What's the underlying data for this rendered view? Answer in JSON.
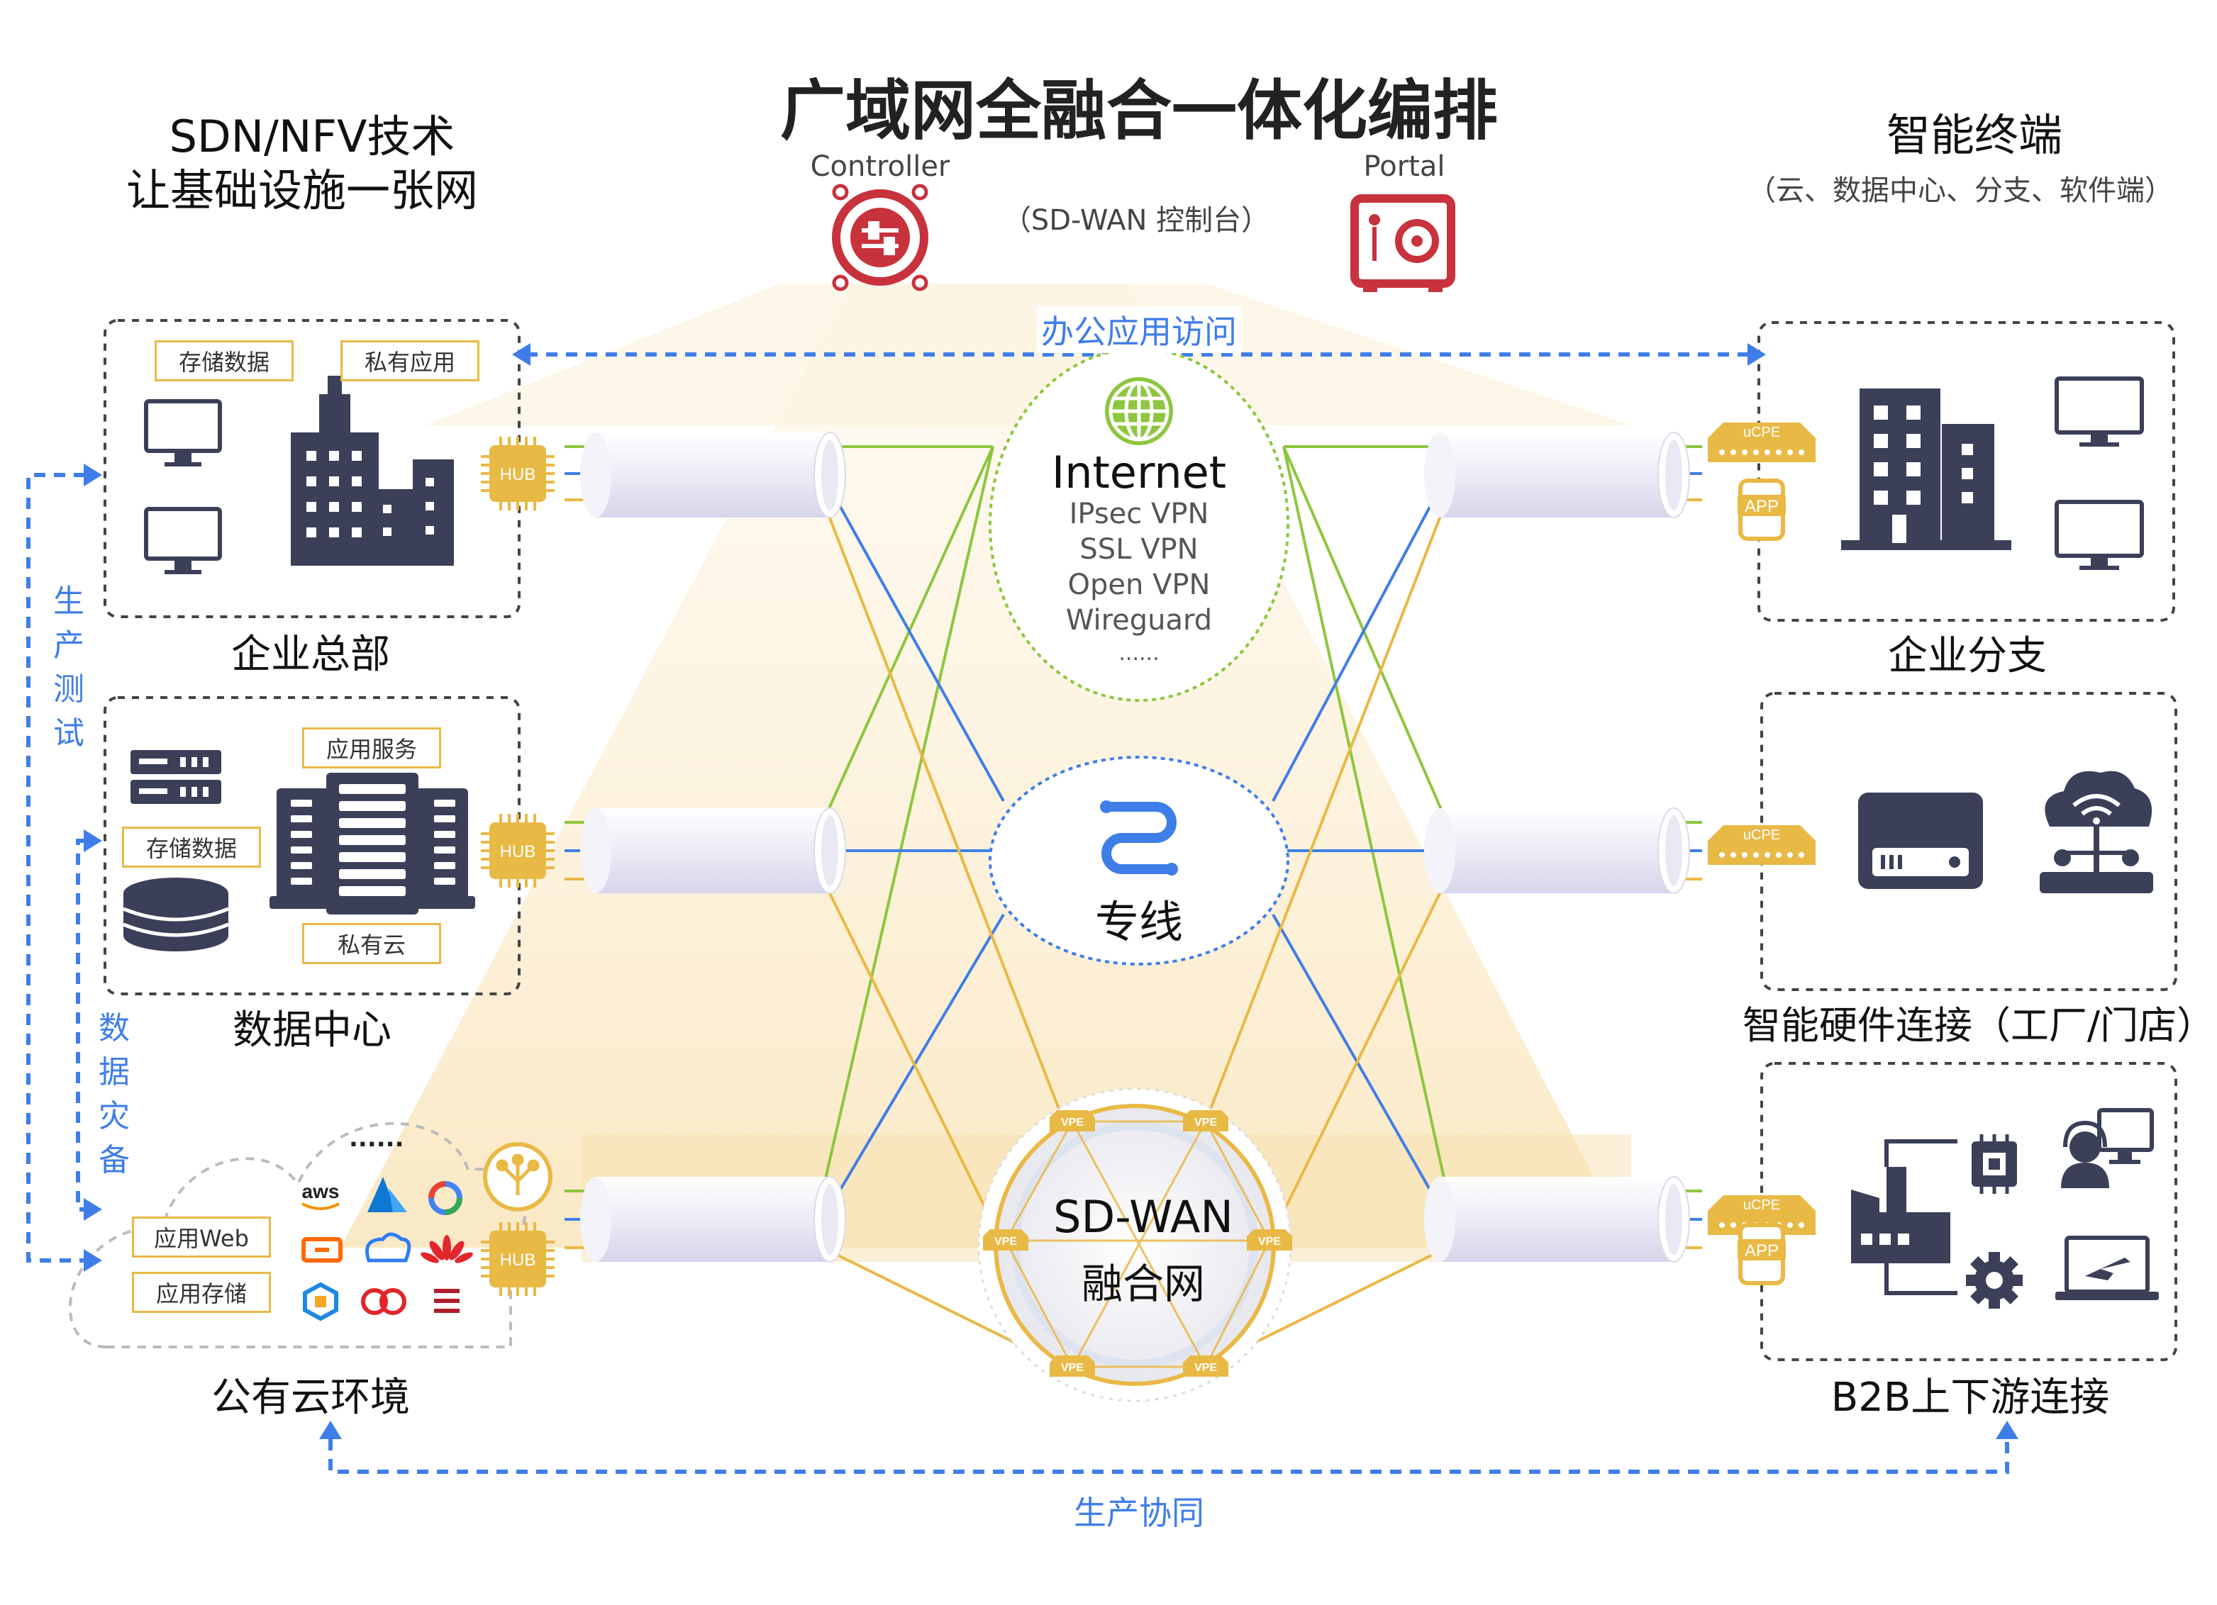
{
  "title": "广域网全融合一体化编排",
  "left_header": {
    "line1": "SDN/NFV技术",
    "line2": "让基础设施一张网"
  },
  "right_header": {
    "line1": "智能终端",
    "line2": "（云、数据中心、分支、软件端）"
  },
  "controller": {
    "label": "Controller",
    "sub": "（SD-WAN 控制台）"
  },
  "portal": {
    "label": "Portal"
  },
  "links": {
    "office_access": "办公应用访问",
    "production_test": "生产测试",
    "data_disaster": "数据灾备",
    "production_collab": "生产协同"
  },
  "left_sites": {
    "hq": {
      "name": "企业总部",
      "tags": [
        "存储数据",
        "私有应用"
      ]
    },
    "dc": {
      "name": "数据中心",
      "tags": [
        "应用服务",
        "存储数据",
        "私有云"
      ]
    },
    "cloud": {
      "name": "公有云环境",
      "tags": [
        "应用Web",
        "应用存储"
      ],
      "more": "......"
    }
  },
  "right_sites": {
    "branch": {
      "name": "企业分支"
    },
    "hardware": {
      "name": "智能硬件连接（工厂/门店）"
    },
    "b2b": {
      "name": "B2B上下游连接"
    }
  },
  "network": {
    "internet": {
      "name": "Internet",
      "protocols": [
        "IPsec VPN",
        "SSL VPN",
        "Open VPN",
        "Wireguard",
        "......"
      ]
    },
    "private_line": {
      "name": "专线"
    },
    "sdwan": {
      "line1": "SD-WAN",
      "line2": "融合网"
    }
  },
  "badges": {
    "hub": "HUB",
    "ucpe": "uCPE",
    "app": "APP",
    "vpe": "VPE",
    "aws": "aws"
  },
  "colors": {
    "blue": "#3f7ee8",
    "green": "#8dc63f",
    "gold": "#e9b945",
    "red": "#c8323c",
    "navy": "#3c3f58"
  }
}
